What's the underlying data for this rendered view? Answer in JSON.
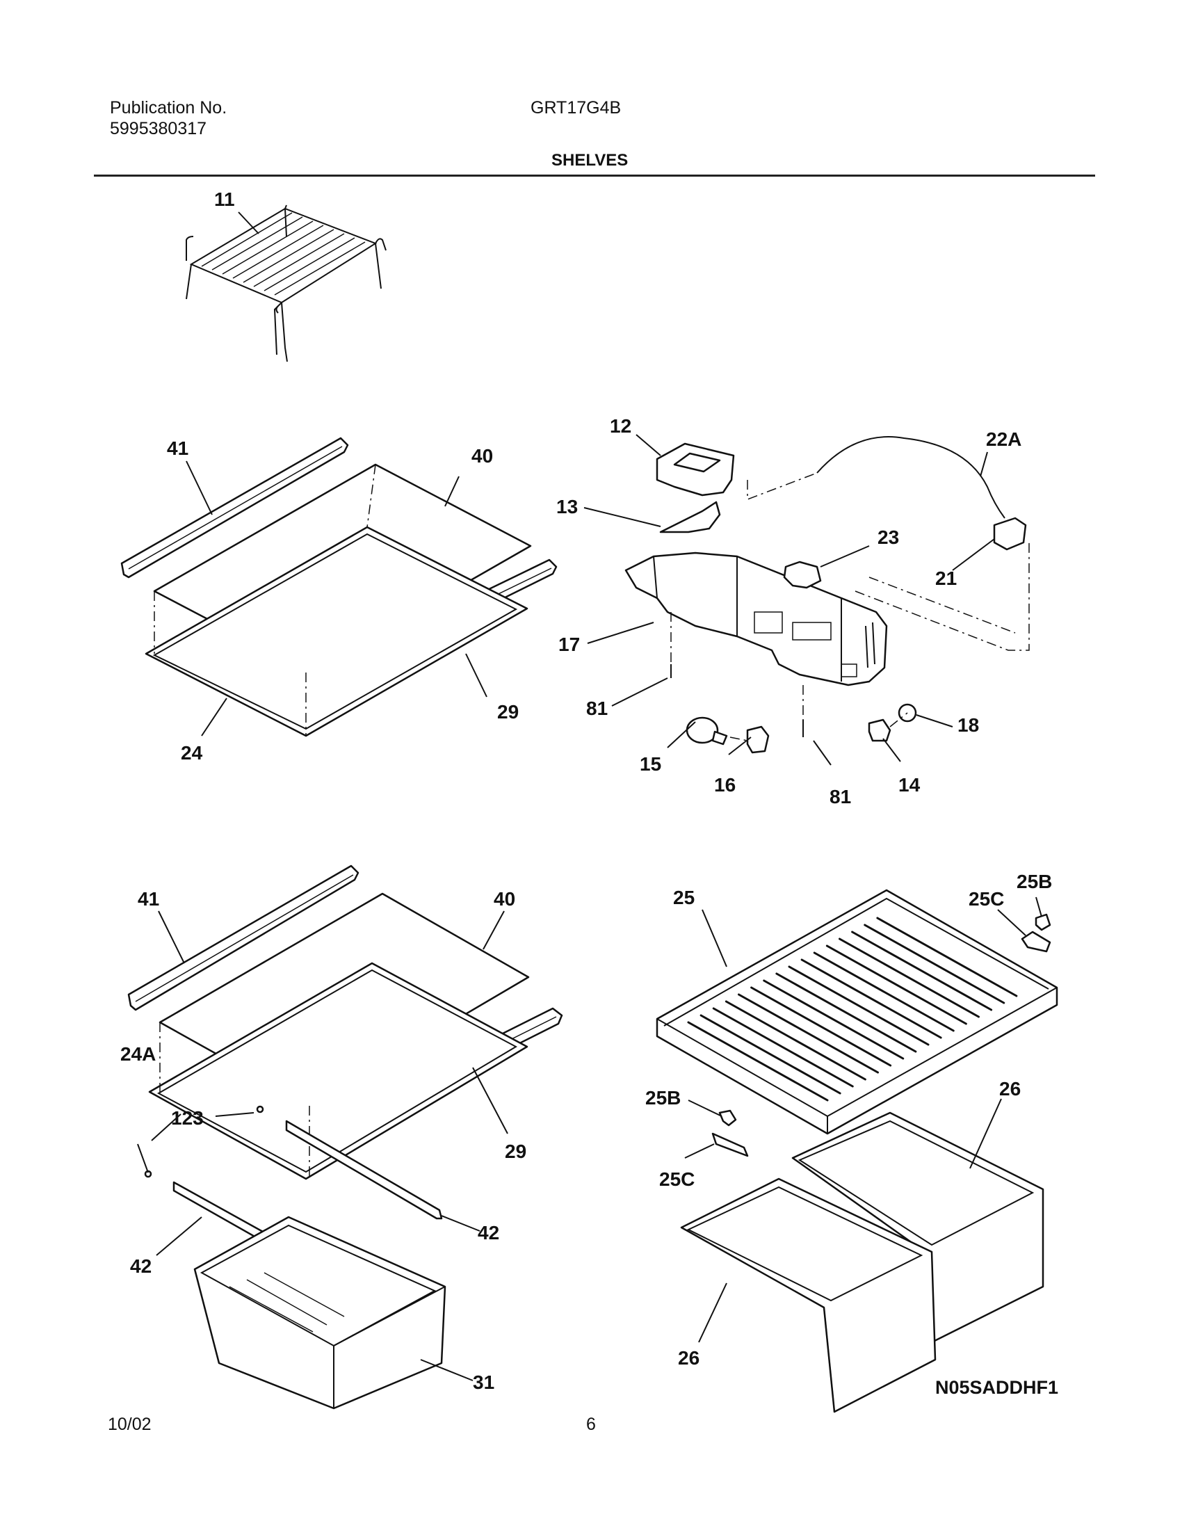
{
  "header": {
    "publication_label": "Publication No.",
    "publication_number": "5995380317",
    "model": "GRT17G4B",
    "section_title": "SHELVES"
  },
  "footer": {
    "date": "10/02",
    "page_number": "6",
    "diagram_code": "N05SADDHF1"
  },
  "callouts": [
    "11",
    "41",
    "40",
    "24",
    "29",
    "12",
    "22A",
    "13",
    "23",
    "21",
    "17",
    "81",
    "15",
    "16",
    "81",
    "18",
    "14",
    "41",
    "40",
    "24A",
    "123",
    "29",
    "42",
    "42",
    "31",
    "25",
    "25C",
    "25B",
    "25B",
    "25C",
    "26",
    "26"
  ]
}
